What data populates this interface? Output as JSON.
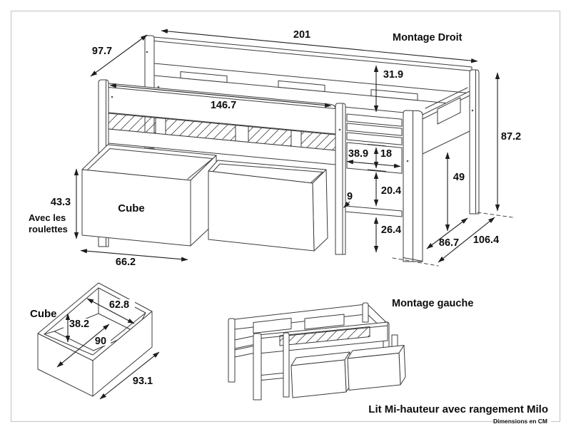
{
  "montage_droit": {
    "title": "Montage Droit",
    "cube_label": "Cube",
    "casters_note_line1": "Avec les",
    "casters_note_line2": "roulettes",
    "dims": {
      "overall_length": "201",
      "overall_depth": "97.7",
      "guardrail_height": "31.9",
      "barrier_length": "146.7",
      "ladder_opening_width": "38.9",
      "frame_height": "18",
      "step_thickness": "9",
      "gap_above_step": "20.4",
      "gap_below_step": "26.4",
      "under_bed_clearance": "49",
      "side_depth_inner": "86.7",
      "side_depth_overall": "106.4",
      "total_height": "87.2",
      "cube_height": "43.3",
      "cube_width": "66.2"
    }
  },
  "cube_detail": {
    "label": "Cube",
    "dims": {
      "inner_width": "62.8",
      "inner_height": "38.2",
      "inner_depth": "90",
      "outer_depth": "93.1"
    }
  },
  "montage_gauche": {
    "title": "Montage gauche"
  },
  "footer": {
    "product_title": "Lit Mi-hauteur avec rangement Milo",
    "units_note": "Dimensions en CM"
  }
}
